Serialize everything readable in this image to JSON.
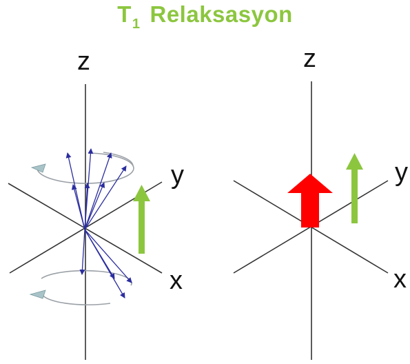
{
  "title": {
    "main": "T",
    "subscript": "1",
    "rest": "Relaksasyon"
  },
  "left_panel": {
    "z_label": "z",
    "y_label": "y",
    "x_label": "x"
  },
  "right_panel": {
    "z_label": "z",
    "y_label": "y",
    "x_label": "x"
  },
  "colors": {
    "title": "#8cc63f",
    "spin_vector": "#2b2d9e",
    "net_vector": "#ff0000",
    "field_arrow": "#8cc63f",
    "axis": "#333333",
    "precession_ring": "#9aa0a6"
  }
}
